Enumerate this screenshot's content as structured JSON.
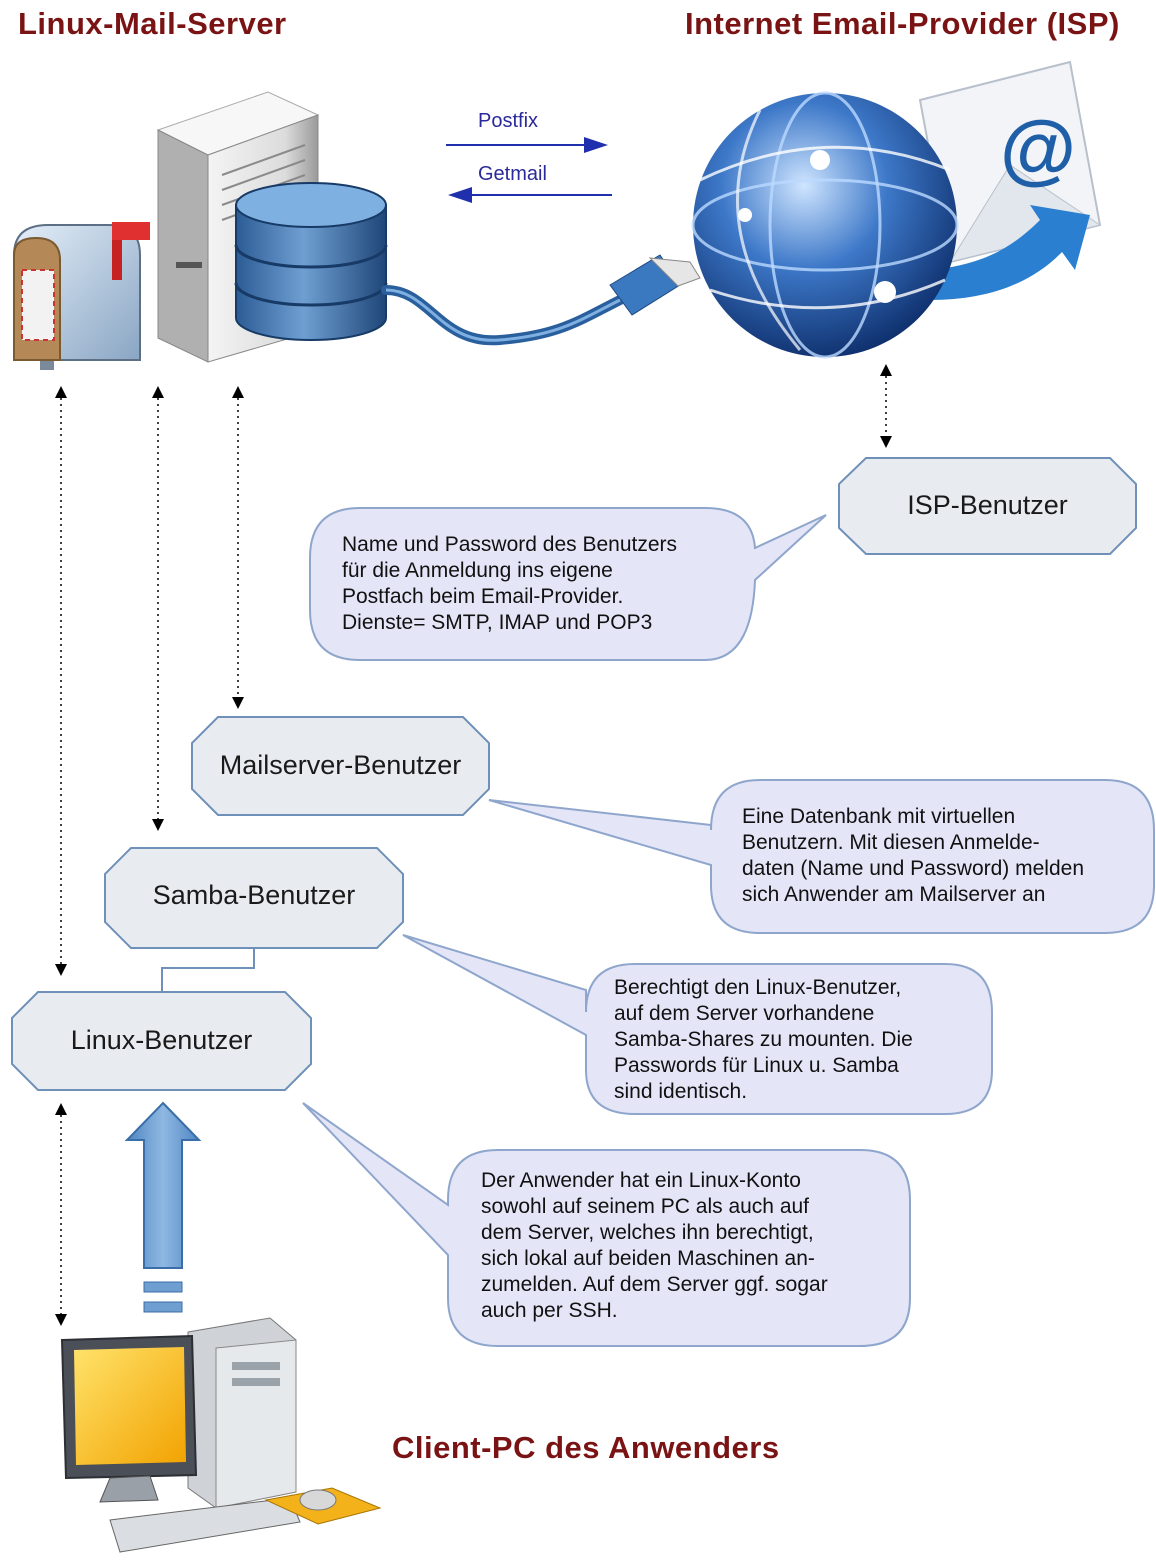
{
  "titles": {
    "mail_server": "Linux-Mail-Server",
    "isp": "Internet Email-Provider (ISP)",
    "client_pc": "Client-PC des Anwenders"
  },
  "protocols": {
    "outgoing": "Postfix",
    "incoming": "Getmail"
  },
  "nodes": {
    "isp_user": "ISP-Benutzer",
    "mailserver_user": "Mailserver-Benutzer",
    "samba_user": "Samba-Benutzer",
    "linux_user": "Linux-Benutzer"
  },
  "notes": {
    "isp_user": "Name und Password des Benutzers\nfür die Anmeldung ins eigene\nPostfach beim Email-Provider.\nDienste= SMTP, IMAP und POP3",
    "mailserver_user": "Eine Datenbank mit virtuellen\nBenutzern. Mit diesen Anmelde-\ndaten (Name und Password) melden\nsich Anwender am Mailserver an",
    "samba_user": "Berechtigt den Linux-Benutzer,\nauf dem Server vorhandene\nSamba-Shares zu mounten. Die\nPasswords für Linux u. Samba\nsind identisch.",
    "linux_user": "Der Anwender hat ein Linux-Konto\nsowohl auf seinem PC als auch auf\ndem Server, welches ihn berechtigt,\nsich lokal auf beiden Maschinen an-\nzumelden. Auf dem Server ggf. sogar\nauch per SSH."
  },
  "icons": [
    "mailbox-icon",
    "server-tower-icon",
    "database-icon",
    "network-cable-icon",
    "globe-icon",
    "email-envelope-icon",
    "client-pc-icon"
  ],
  "colors": {
    "title": "#7a1313",
    "node_fill": "#e8ecf0",
    "node_stroke": "#6f90b8",
    "note_fill": "#e4e6f8",
    "note_stroke": "#8fa6cc",
    "protocol_arrow": "#1f2fae",
    "big_arrow": "#6f9fd0"
  }
}
